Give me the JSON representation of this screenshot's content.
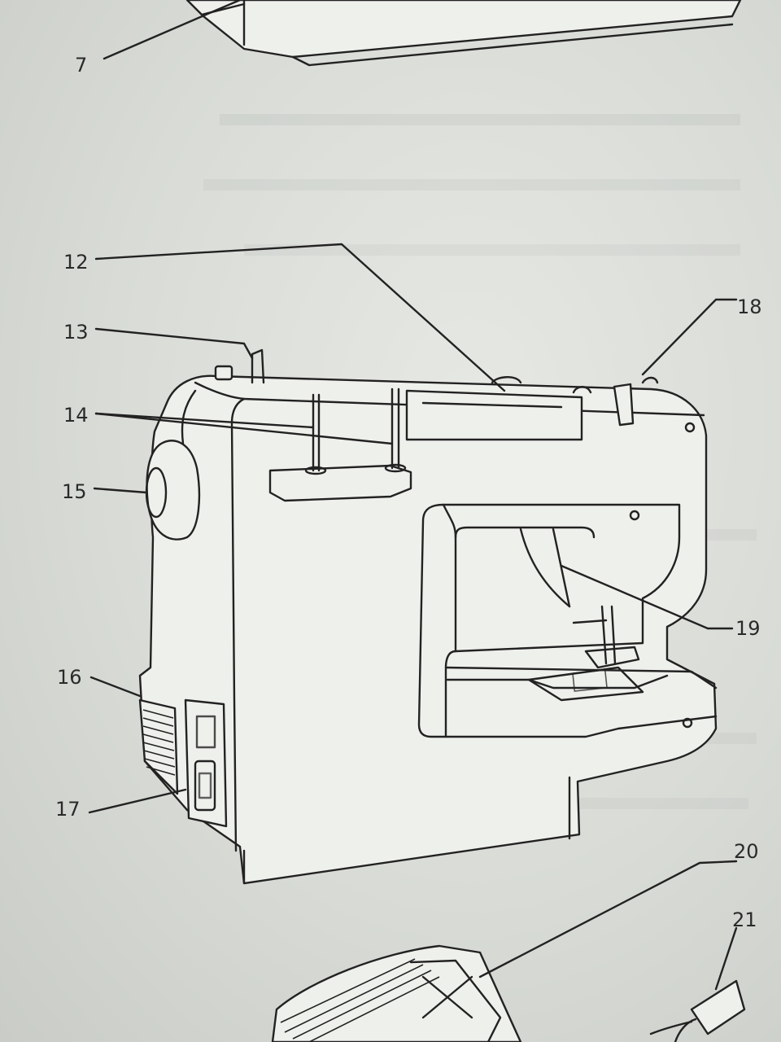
{
  "diagram": {
    "callouts": [
      {
        "key": "c7",
        "text": "7"
      },
      {
        "key": "c12",
        "text": "12"
      },
      {
        "key": "c13",
        "text": "13"
      },
      {
        "key": "c14",
        "text": "14"
      },
      {
        "key": "c15",
        "text": "15"
      },
      {
        "key": "c16",
        "text": "16"
      },
      {
        "key": "c17",
        "text": "17"
      },
      {
        "key": "c18",
        "text": "18"
      },
      {
        "key": "c19",
        "text": "19"
      },
      {
        "key": "c20",
        "text": "20"
      },
      {
        "key": "c21",
        "text": "21"
      }
    ]
  },
  "colors": {
    "paper": "#e2e4e0",
    "ink": "#222222",
    "bleed": "#9ea19c"
  }
}
